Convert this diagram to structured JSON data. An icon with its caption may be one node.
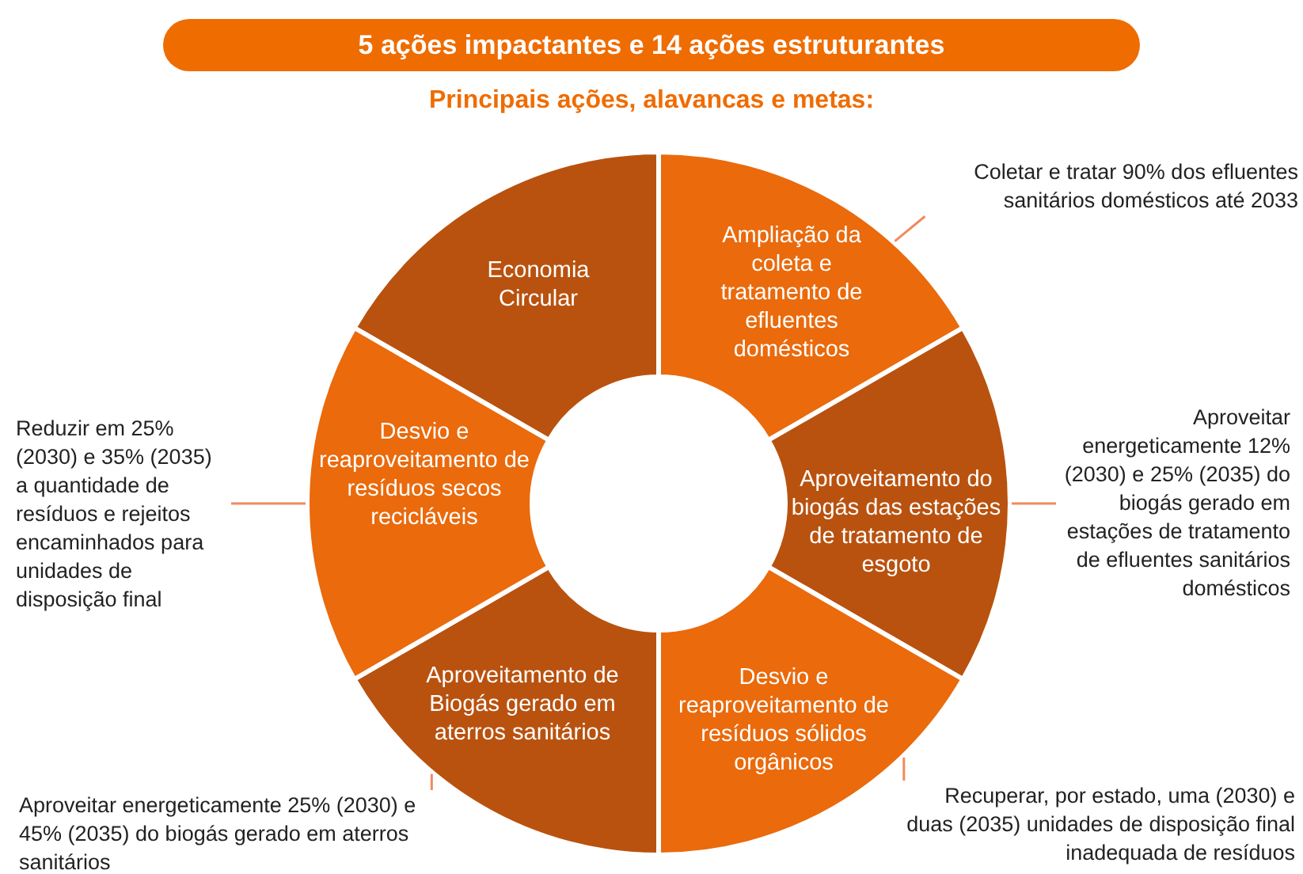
{
  "diagram": {
    "title": "5 ações impactantes e 14 ações estruturantes",
    "nodes": [
      {
        "text": [
          "Economia Circular"
        ]
      },
      {
        "text": [
          "Ampliação da coleta e tratamento de efluentes domésticos"
        ]
      },
      {
        "text": [
          "Aproveitamento do biogás das estações de tratamento de esgoto"
        ]
      },
      {
        "text": [
          "Desvio e reaproveitamento de resíduos sólidos orgânicos"
        ]
      },
      {
        "text": [
          "Aproveitamento de Biogás gerado em aterros sanitários"
        ]
      },
      {
        "text": [
          "Desvio e reaproveitamento de resíduos secos recicláveis"
        ]
      },
      {
        "text": [
          "Coletar e tratar 90% dos efluentes sanitários domésticos até 2033"
        ]
      },
      {
        "text": [
          "Reduzir em 25% (2030) e 35% (2035) a quantidade de resíduos e rejeitos encaminhados para unidades de disposição final"
        ]
      },
      {
        "text": [
          "Aproveitar energeticamente 12% (2030) e 25% (2035) do biogás gerado em estações de tratamento de efluentes sanitários domésticos"
        ]
      },
      {
        "text": [
          "Aproveitar energeticamente 25% (2030) e 45% (2035) do biogás gerado em aterros sanitários"
        ]
      },
      {
        "text": [
          "Recuperar, por estado, uma (2030) e duas (2035) unidades de disposição final inadequada de resíduos"
        ]
      }
    ],
    "edges": [
      {
        "from": 6,
        "to": 1,
        "arrow": "none"
      },
      {
        "from": 7,
        "to": 5,
        "arrow": "none"
      },
      {
        "from": 8,
        "to": 2,
        "arrow": "none"
      },
      {
        "from": 9,
        "to": 4,
        "arrow": "none"
      },
      {
        "from": 10,
        "to": 3,
        "arrow": "none"
      }
    ],
    "labels": [
      "Principais ações, alavancas e metas:"
    ]
  }
}
